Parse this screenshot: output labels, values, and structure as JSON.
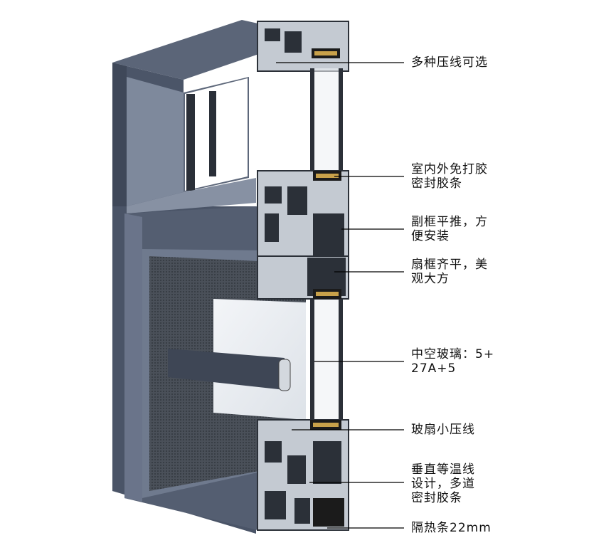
{
  "colors": {
    "frame": "#4b5568",
    "frame_light": "#6c778b",
    "frame_dark": "#2f3746",
    "reveal": "#7d889c",
    "section_metal": "#c6ccd4",
    "section_dark": "#2b3038",
    "gasket": "#1a1a1a",
    "mesh": "#3a3f47",
    "glass": "#e9edf2",
    "leader": "#000000"
  },
  "callouts": [
    {
      "id": "pressing-line",
      "lines": [
        "多种压线可选"
      ]
    },
    {
      "id": "inner-outer-gasket",
      "lines": [
        "室内外免打胶",
        "密封胶条"
      ]
    },
    {
      "id": "subframe",
      "lines": [
        "副框平推，方",
        "便安装"
      ]
    },
    {
      "id": "sash-flush",
      "lines": [
        "扇框齐平，美",
        "观大方"
      ]
    },
    {
      "id": "hollow-glass",
      "lines": [
        "中空玻璃：5+",
        "27A+5"
      ]
    },
    {
      "id": "glass-bead",
      "lines": [
        "玻扇小压线"
      ]
    },
    {
      "id": "isotherm",
      "lines": [
        "垂直等温线",
        "设计，多道",
        "密封胶条"
      ]
    },
    {
      "id": "thermal-break",
      "lines": [
        "隔热条22mm"
      ]
    }
  ]
}
